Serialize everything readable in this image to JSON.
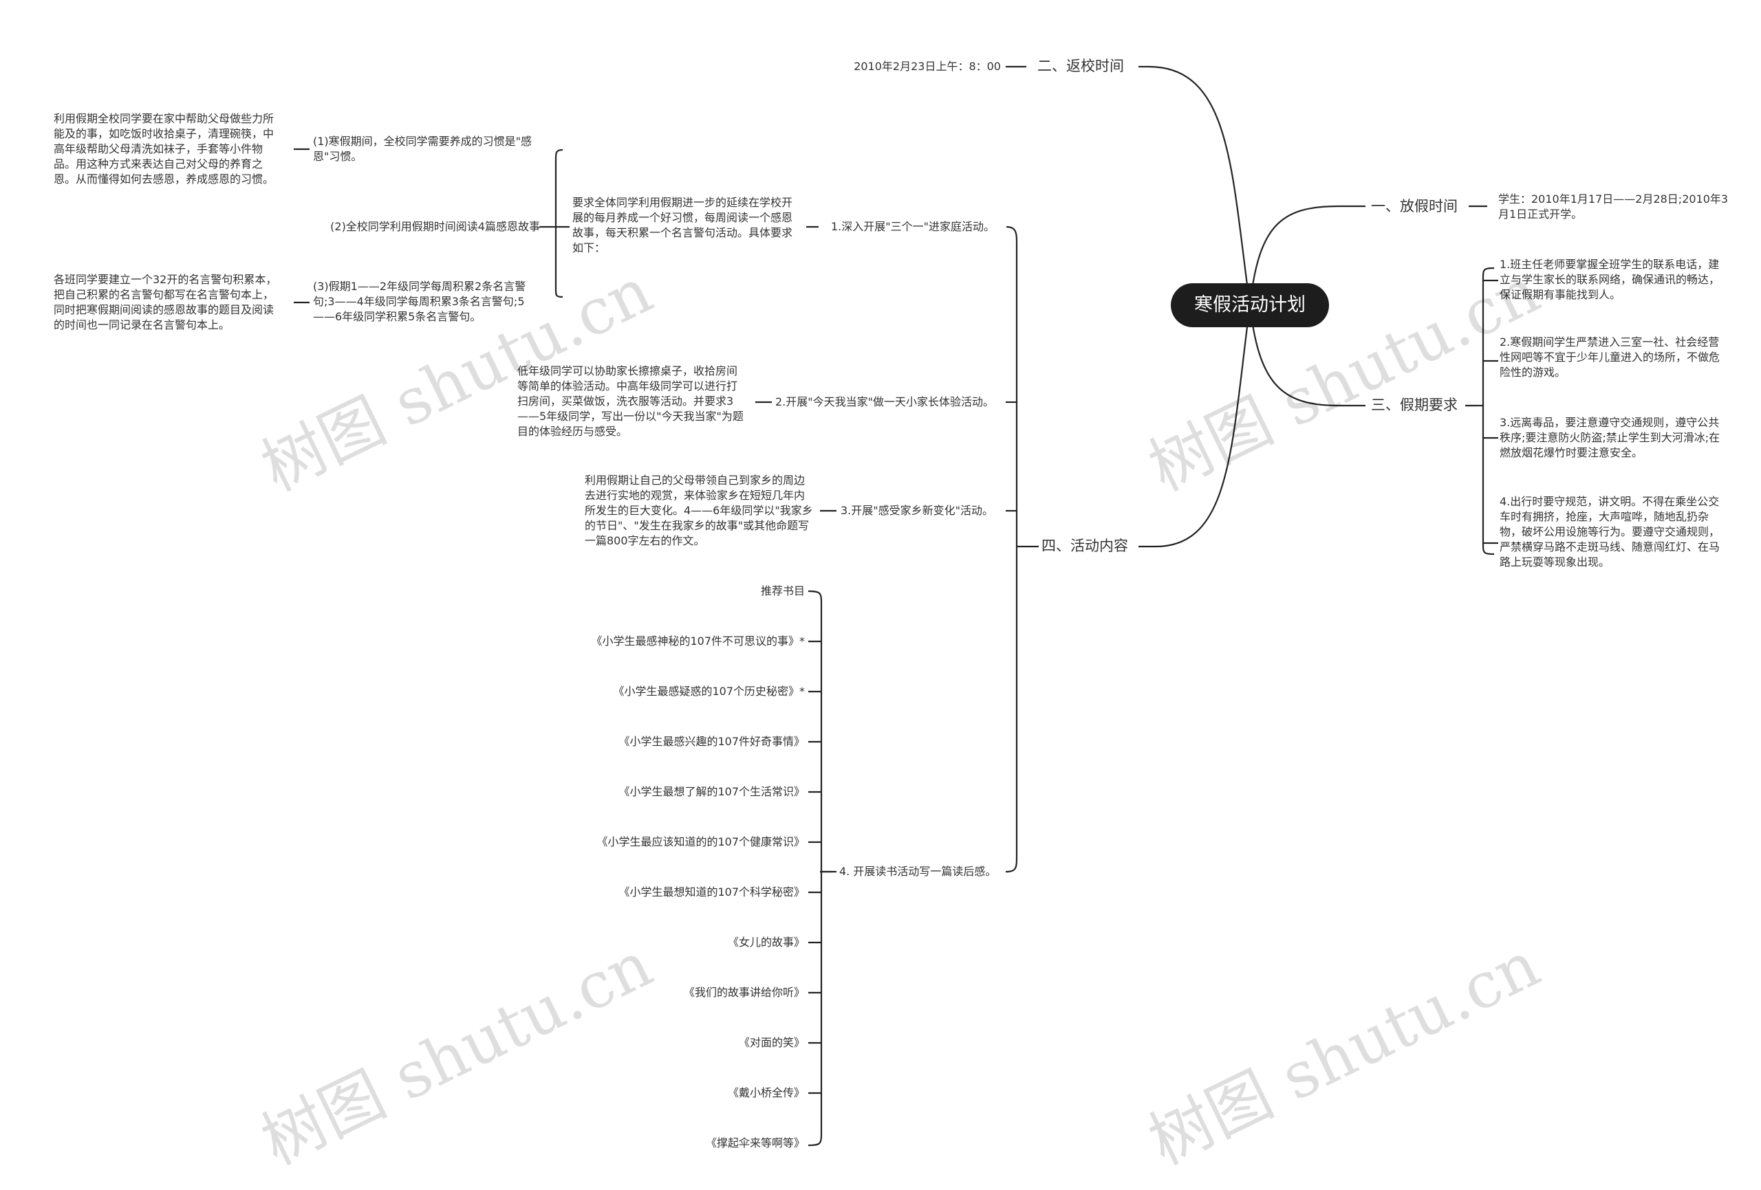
{
  "root": "寒假活动计划",
  "branches": {
    "return_time": {
      "label": "二、返校时间",
      "detail": "2010年2月23日上午：8：00"
    },
    "holiday_time": {
      "label": "一、放假时间",
      "detail": "学生：2010年1月17日——2月28日;2010年3月1日正式开学。"
    },
    "requirements": {
      "label": "三、假期要求",
      "items": [
        "1.班主任老师要掌握全班学生的联系电话，建立与学生家长的联系网络，确保通讯的畅达，保证假期有事能找到人。",
        "2.寒假期间学生严禁进入三室一社、社会经营性网吧等不宜于少年儿童进入的场所，不做危险性的游戏。",
        "3.远离毒品，要注意遵守交通规则，遵守公共秩序;要注意防火防盗;禁止学生到大河滑冰;在燃放烟花爆竹时要注意安全。",
        "4.出行时要守规范，讲文明。不得在乘坐公交车时有拥挤，抢座，大声喧哗，随地乱扔杂物，破坏公用设施等行为。要遵守交通规则，严禁横穿马路不走斑马线、随意闯红灯、在马路上玩耍等现象出现。"
      ]
    },
    "activities": {
      "label": "四、活动内容",
      "a1": {
        "label": "1.深入开展\"三个一\"进家庭活动。",
        "desc": "要求全体同学利用假期进一步的延续在学校开展的每月养成一个好习惯，每周阅读一个感恩故事，每天积累一个名言警句活动。具体要求如下：",
        "s1": {
          "label": "(1)寒假期间，全校同学需要养成的习惯是\"感恩\"习惯。",
          "detail": "利用假期全校同学要在家中帮助父母做些力所能及的事，如吃饭时收拾桌子，清理碗筷，中高年级帮助父母清洗如袜子，手套等小件物品。用这种方式来表达自己对父母的养育之恩。从而懂得如何去感恩，养成感恩的习惯。"
        },
        "s2": {
          "label": "(2)全校同学利用假期时间阅读4篇感恩故事"
        },
        "s3": {
          "label": "(3)假期1——2年级同学每周积累2条名言警句;3——4年级同学每周积累3条名言警句;5——6年级同学积累5条名言警句。",
          "detail": "各班同学要建立一个32开的名言警句积累本，把自己积累的名言警句都写在名言警句本上，同时把寒假期间阅读的感恩故事的题目及阅读的时间也一同记录在名言警句本上。"
        }
      },
      "a2": {
        "label": "2.开展\"今天我当家\"做一天小家长体验活动。",
        "detail": "低年级同学可以协助家长擦擦桌子，收拾房间等简单的体验活动。中高年级同学可以进行打扫房间，买菜做饭，洗衣服等活动。并要求3——5年级同学，写出一份以\"今天我当家\"为题目的体验经历与感受。"
      },
      "a3": {
        "label": "3.开展\"感受家乡新变化\"活动。",
        "detail": "利用假期让自己的父母带领自己到家乡的周边去进行实地的观赏，来体验家乡在短短几年内所发生的巨大变化。4——6年级同学以\"我家乡的节日\"、\"发生在我家乡的故事\"或其他命题写一篇800字左右的作文。"
      },
      "a4": {
        "label": "4. 开展读书活动写一篇读后感。",
        "books": [
          "推荐书目",
          "《小学生最感神秘的107件不可思议的事》*",
          "《小学生最感疑惑的107个历史秘密》*",
          "《小学生最感兴趣的107件好奇事情》",
          "《小学生最想了解的107个生活常识》",
          "《小学生最应该知道的的107个健康常识》",
          "《小学生最想知道的107个科学秘密》",
          "《女儿的故事》",
          "《我们的故事讲给你听》",
          "《对面的笑》",
          "《戴小桥全传》",
          "《撑起伞来等啊等》"
        ]
      }
    }
  },
  "watermarks": [
    "树图 shutu.cn",
    "树图 shutu.cn",
    "树图 shutu.cn",
    "树图 shutu.cn"
  ]
}
